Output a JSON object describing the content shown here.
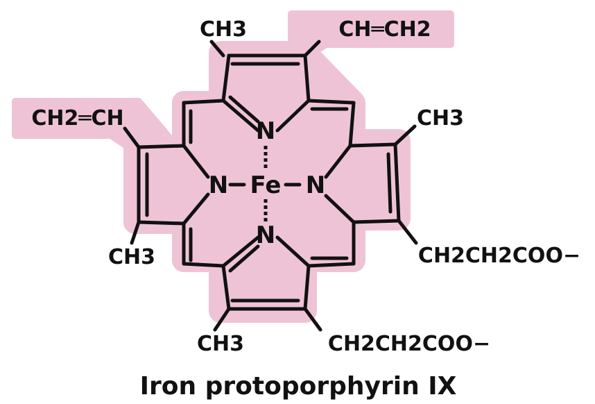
{
  "colors": {
    "highlight": "#efc3d6",
    "ink": "#111111",
    "background": "#ffffff"
  },
  "atoms": {
    "n_top": "N",
    "n_bottom": "N",
    "n_left": "N",
    "n_right": "N",
    "iron": "Fe"
  },
  "substituents": {
    "methyl_top": "CH3",
    "vinyl_top": "CH═CH2",
    "vinyl_left": "CH2═CH",
    "methyl_right": "CH3",
    "methyl_left": "CH3",
    "propionate_right": "CH2CH2COO−",
    "methyl_bottom": "CH3",
    "propionate_bottom": "CH2CH2COO−"
  },
  "caption": "Iron protoporphyrin IX"
}
